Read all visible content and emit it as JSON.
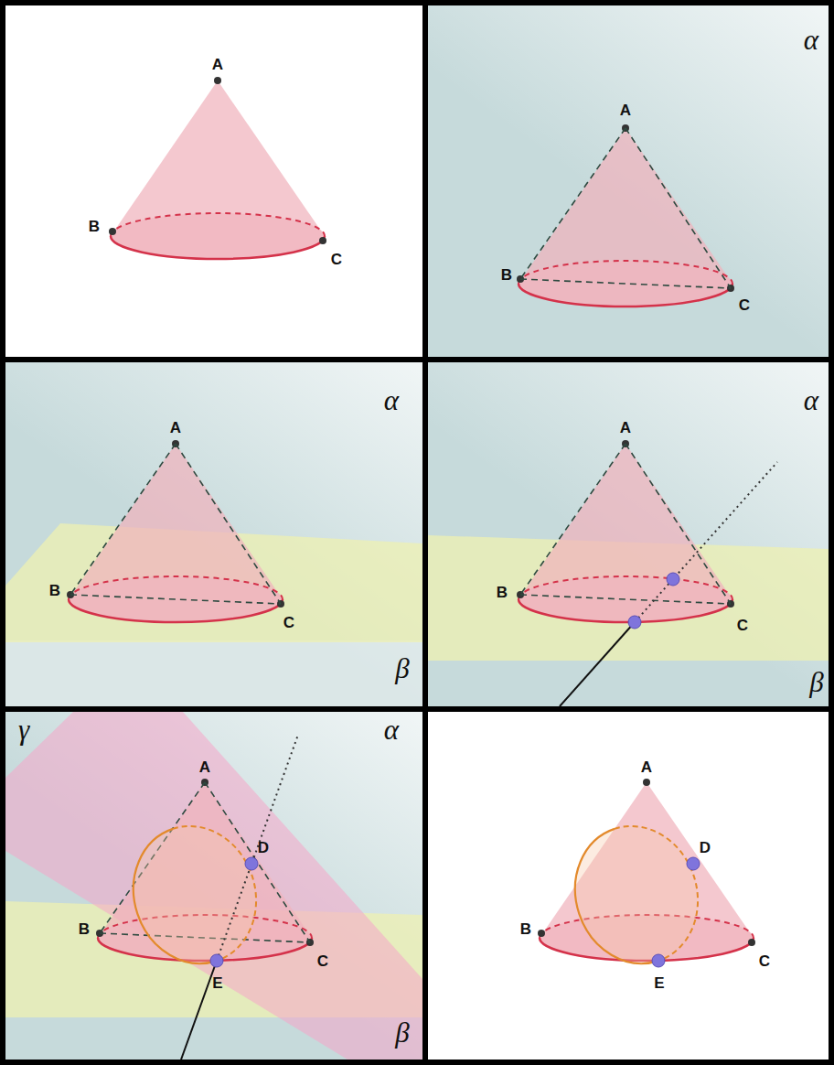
{
  "diagram": {
    "labels": [
      "A",
      "B",
      "C",
      "α",
      "A",
      "B",
      "C",
      "α",
      "A",
      "B",
      "C",
      "β",
      "α",
      "A",
      "B",
      "C",
      "β",
      "γ",
      "α",
      "A",
      "B",
      "D",
      "E",
      "C",
      "β",
      "A",
      "B",
      "D",
      "E",
      "C"
    ]
  }
}
